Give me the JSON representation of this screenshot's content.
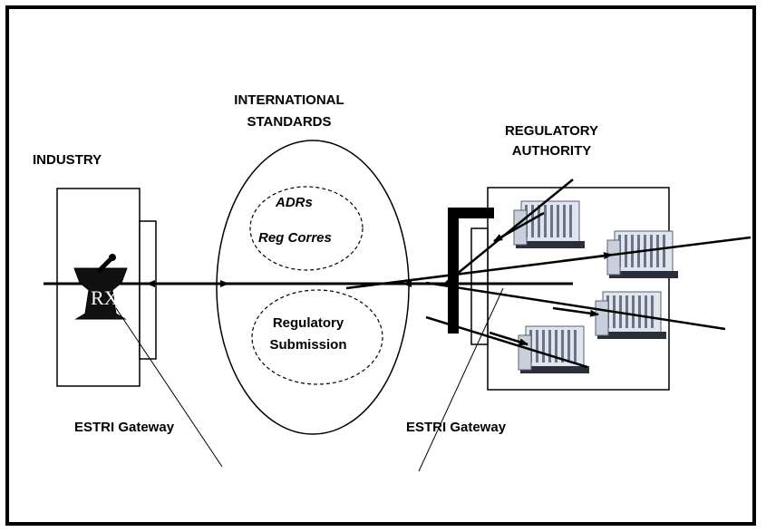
{
  "labels": {
    "industry": "INDUSTRY",
    "international_line1": "INTERNATIONAL",
    "international_line2": "STANDARDS",
    "regulatory_line1": "REGULATORY",
    "regulatory_line2": "AUTHORITY",
    "adrs": "ADRs",
    "reg_corres": "Reg Corres",
    "regulatory_submission_line1": "Regulatory",
    "regulatory_submission_line2": "Submission",
    "estri_gateway_left": "ESTRI Gateway",
    "estri_gateway_right": "ESTRI Gateway",
    "rx_symbol": "RX"
  },
  "icons": {
    "pharmacy": "mortar-pestle-rx-icon",
    "agency": "office-building-icon"
  },
  "colors": {
    "line": "#000000",
    "background": "#ffffff"
  }
}
